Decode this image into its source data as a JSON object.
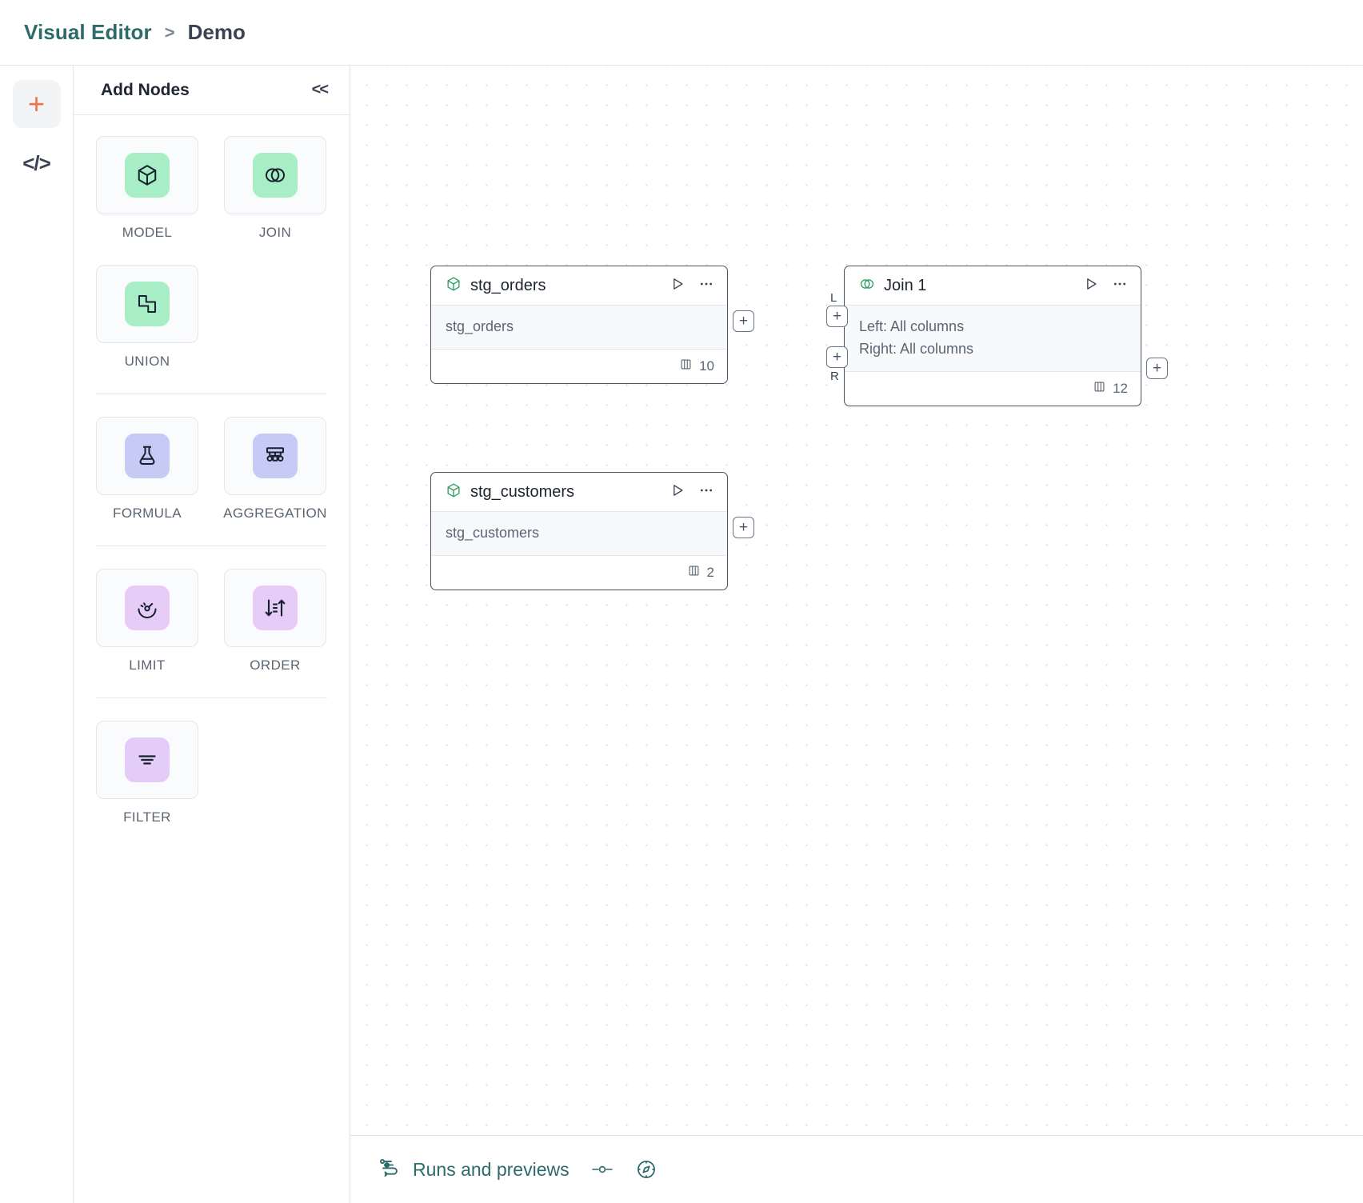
{
  "header": {
    "breadcrumb_root": "Visual Editor",
    "breadcrumb_separator": ">",
    "breadcrumb_current": "Demo"
  },
  "rail": {
    "add_icon": "plus-icon",
    "code_icon": "code-icon",
    "code_label": "</>"
  },
  "panel": {
    "title": "Add Nodes",
    "collapse_label": "<<",
    "groups": [
      {
        "items": [
          {
            "label": "MODEL",
            "icon": "cube-icon",
            "swatch": "#a7edc6"
          },
          {
            "label": "JOIN",
            "icon": "venn-circles-icon",
            "swatch": "#a7edc6"
          },
          {
            "label": "UNION",
            "icon": "union-shapes-icon",
            "swatch": "#a7edc6"
          }
        ]
      },
      {
        "items": [
          {
            "label": "FORMULA",
            "icon": "flask-icon",
            "swatch": "#c5cbf5"
          },
          {
            "label": "AGGREGATION",
            "icon": "aggregation-tree-icon",
            "swatch": "#c5cbf5"
          }
        ]
      },
      {
        "items": [
          {
            "label": "LIMIT",
            "icon": "gauge-icon",
            "swatch": "#e6cdf7"
          },
          {
            "label": "ORDER",
            "icon": "sort-arrows-icon",
            "swatch": "#e6cdf7"
          }
        ]
      },
      {
        "items": [
          {
            "label": "FILTER",
            "icon": "filter-lines-icon",
            "swatch": "#e4ccf8"
          }
        ]
      }
    ]
  },
  "canvas": {
    "nodes": [
      {
        "id": "stg_orders",
        "title": "stg_orders",
        "icon": "cube-icon",
        "body_lines": [
          "stg_orders"
        ],
        "column_count": "10",
        "columns_icon": "columns-icon",
        "run_icon": "play-icon",
        "more_icon": "ellipsis-icon"
      },
      {
        "id": "join_1",
        "title": "Join 1",
        "icon": "venn-circles-icon",
        "body_lines": [
          "Left: All columns",
          "Right: All columns"
        ],
        "column_count": "12",
        "columns_icon": "columns-icon",
        "run_icon": "play-icon",
        "more_icon": "ellipsis-icon",
        "input_tags": [
          "L",
          "R"
        ]
      },
      {
        "id": "stg_customers",
        "title": "stg_customers",
        "icon": "cube-icon",
        "body_lines": [
          "stg_customers"
        ],
        "column_count": "2",
        "columns_icon": "columns-icon",
        "run_icon": "play-icon",
        "more_icon": "ellipsis-icon"
      }
    ],
    "handle_label": "+"
  },
  "bottombar": {
    "runs_label": "Runs and previews",
    "runs_icon": "flow-runs-icon",
    "toggle_icon": "minimap-toggle-icon",
    "compass_icon": "compass-icon"
  },
  "colors": {
    "accent_teal": "#2d6a6a",
    "accent_orange": "#f0714a",
    "node_border": "#4a5465",
    "node_icon_green": "#2f9e63"
  }
}
